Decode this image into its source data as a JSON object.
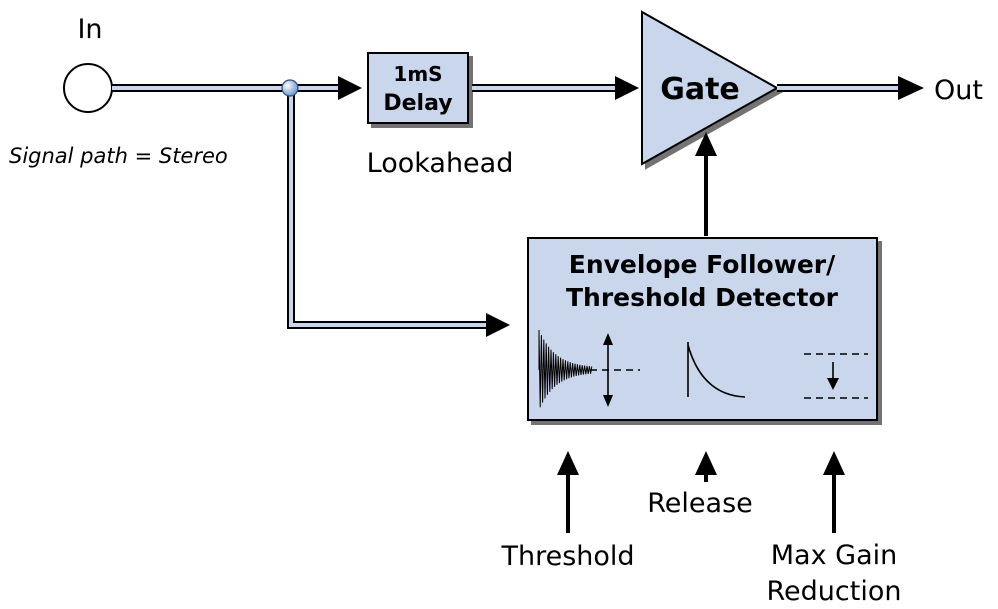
{
  "labels": {
    "input": "In",
    "output": "Out",
    "signal_path": "Signal path = Stereo",
    "lookahead": "Lookahead",
    "release": "Release",
    "threshold": "Threshold",
    "max_gain_line1": "Max Gain",
    "max_gain_line2": "Reduction"
  },
  "delay_box": {
    "line1": "1mS",
    "line2": "Delay"
  },
  "gate": {
    "label": "Gate"
  },
  "detector": {
    "line1": "Envelope Follower/",
    "line2": "Threshold Detector"
  },
  "colors": {
    "block_fill": "#c9d6ec",
    "stroke": "#000000"
  }
}
